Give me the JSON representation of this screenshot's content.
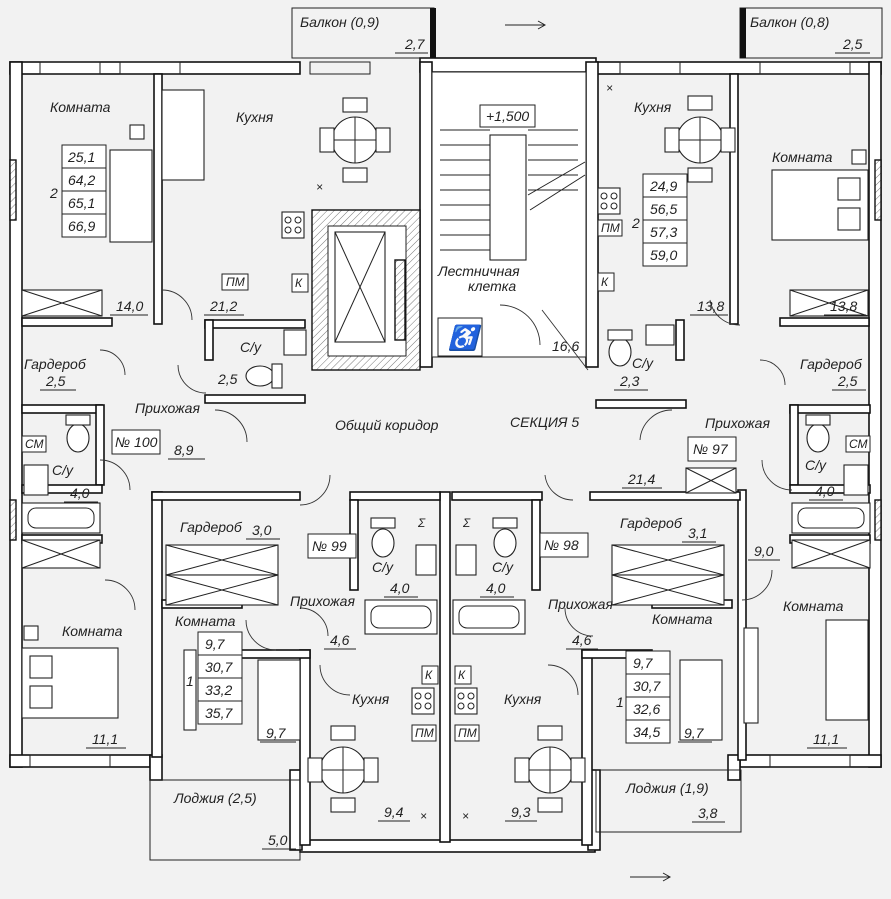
{
  "section": "СЕКЦИЯ 5",
  "corridor": "Общий коридор",
  "stair": {
    "elevation": "+1,500",
    "label_line1": "Лестничная",
    "label_line2": "клетка",
    "area": "16,6"
  },
  "balconies": [
    {
      "label": "Балкон (0,9)",
      "area": "2,7"
    },
    {
      "label": "Балкон (0,8)",
      "area": "2,5"
    }
  ],
  "loggias": [
    {
      "label": "Лоджия (2,5)",
      "area": "5,0"
    },
    {
      "label": "Лоджия (1,9)",
      "area": "3,8"
    }
  ],
  "apartments": {
    "a100": {
      "number": "№ 100",
      "rooms": "2",
      "totals": [
        "25,1",
        "64,2",
        "65,1",
        "66,9"
      ],
      "room_top": {
        "label": "Комната",
        "area": "14,0"
      },
      "kitchen": {
        "label": "Кухня",
        "area": "21,2"
      },
      "wc": {
        "label": "С/у",
        "area": "2,5"
      },
      "wardrobe": {
        "label": "Гардероб",
        "area": "2,5"
      },
      "hall": {
        "label": "Прихожая",
        "area": "8,9"
      },
      "bath": {
        "label": "С/у",
        "area": "4,0"
      },
      "room_bottom": {
        "label": "Комната",
        "area": "11,1"
      }
    },
    "a97": {
      "number": "№ 97",
      "rooms": "2",
      "totals": [
        "24,9",
        "56,5",
        "57,3",
        "59,0"
      ],
      "kitchen": {
        "label": "Кухня",
        "area": "13,8"
      },
      "room_top": {
        "label": "Комната",
        "area": "13,8"
      },
      "wc": {
        "label": "С/у",
        "area": "2,3"
      },
      "wardrobe": {
        "label": "Гардероб",
        "area": "2,5"
      },
      "hall": {
        "label": "Прихожая",
        "area": "21,4"
      },
      "bath": {
        "label": "С/у",
        "area": "4,0"
      },
      "hall2_area": "9,0",
      "room_bottom": {
        "label": "Комната",
        "area": "11,1"
      }
    },
    "a99": {
      "number": "№ 99",
      "rooms": "1",
      "totals": [
        "9,7",
        "30,7",
        "33,2",
        "35,7"
      ],
      "wardrobe": {
        "label": "Гардероб",
        "area": "3,0"
      },
      "wc": {
        "label": "С/у",
        "area": "4,0"
      },
      "hall": {
        "label": "Прихожая",
        "area": "4,6"
      },
      "room": {
        "label": "Комната",
        "area": "9,7"
      },
      "kitchen": {
        "label": "Кухня",
        "area": "9,4"
      }
    },
    "a98": {
      "number": "№ 98",
      "rooms": "1",
      "totals": [
        "9,7",
        "30,7",
        "32,6",
        "34,5"
      ],
      "wardrobe": {
        "label": "Гардероб",
        "area": "3,1"
      },
      "wc": {
        "label": "С/у",
        "area": "4,0"
      },
      "hall": {
        "label": "Прихожая",
        "area": "4,6"
      },
      "room": {
        "label": "Комната",
        "area": "9,7"
      },
      "kitchen": {
        "label": "Кухня",
        "area": "9,3"
      }
    }
  },
  "fixtures": {
    "pm": "ПМ",
    "sm": "СМ",
    "k": "К",
    "x": "×",
    "sigma": "Σ"
  },
  "colors": {
    "background": "#f2f2f2",
    "wall_fill": "#ffffff",
    "line": "#111111"
  }
}
